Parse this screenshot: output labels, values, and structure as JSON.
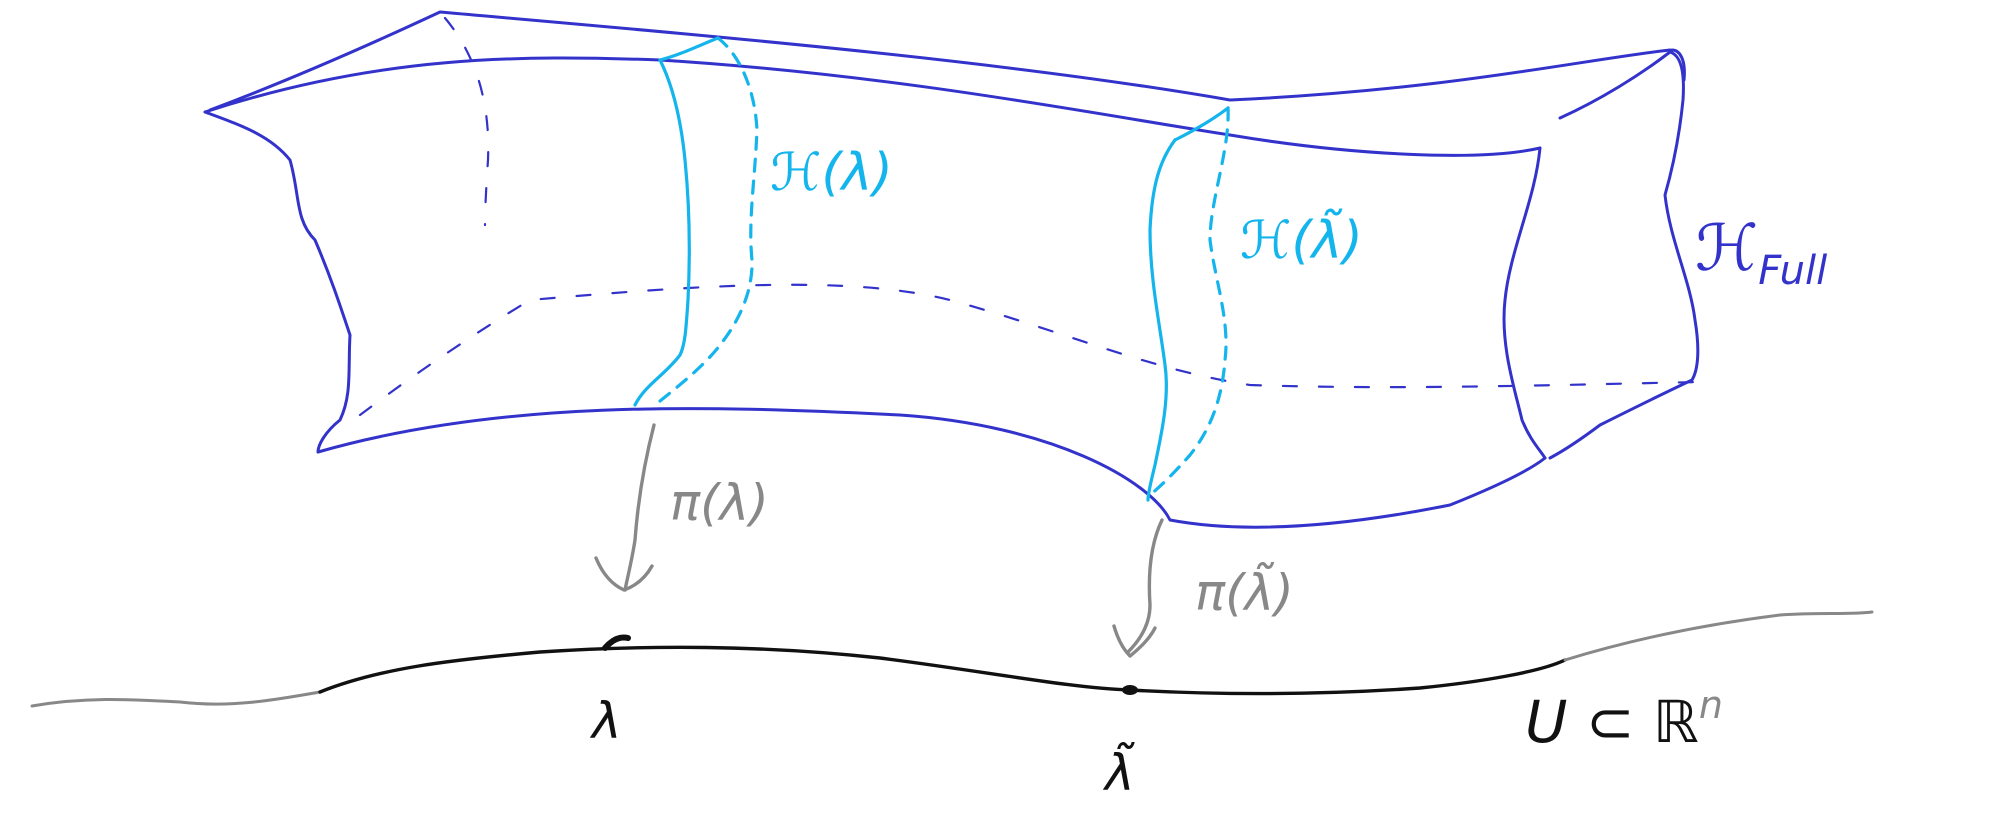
{
  "labels": {
    "fiber_lambda": "ℋ(λ)",
    "fiber_lambda_tilde": "ℋ(λ̃)",
    "full_space": "ℋ",
    "full_space_subscript": "Full",
    "proj_lambda": "π(λ)",
    "proj_lambda_tilde": "π(λ̃)",
    "point_lambda": "λ",
    "point_lambda_tilde": "λ̃",
    "domain": "U ⊂ ℝ",
    "domain_superscript": "n"
  },
  "colors": {
    "surface": "#3333cc",
    "fiber": "#14b4ec",
    "projection": "#888888",
    "base": "#111111"
  }
}
